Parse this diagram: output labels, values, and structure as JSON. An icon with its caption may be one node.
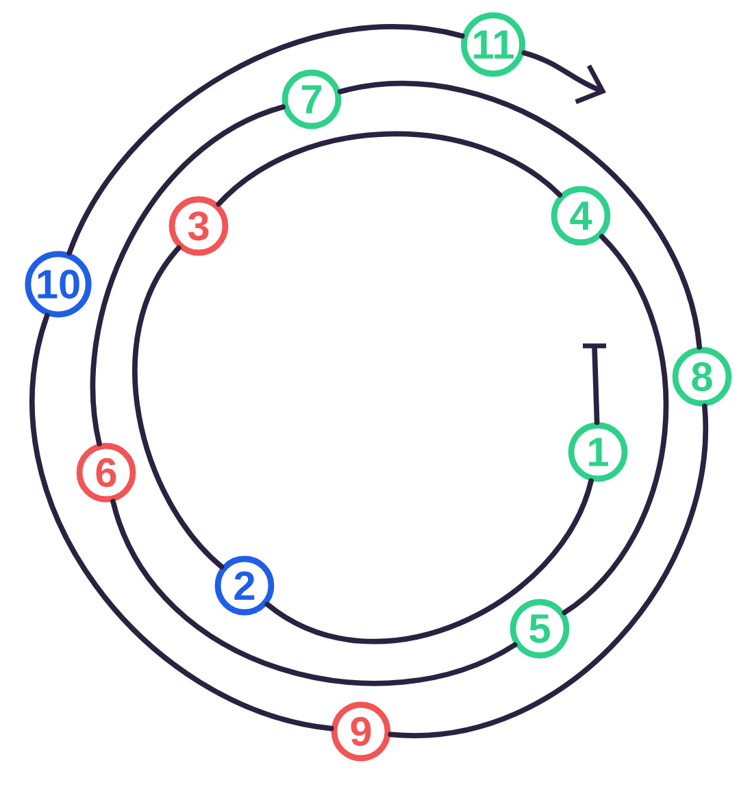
{
  "diagram": {
    "nodes": [
      {
        "text": [
          "1"
        ]
      },
      {
        "text": [
          "2"
        ]
      },
      {
        "text": [
          "3"
        ]
      },
      {
        "text": [
          "4"
        ]
      },
      {
        "text": [
          "5"
        ]
      },
      {
        "text": [
          "6"
        ]
      },
      {
        "text": [
          "7"
        ]
      },
      {
        "text": [
          "8"
        ]
      },
      {
        "text": [
          "9"
        ]
      },
      {
        "text": [
          "10"
        ]
      },
      {
        "text": [
          "11"
        ]
      },
      {
        "text": [],
        "shape": "bar"
      }
    ],
    "edges": [
      {
        "from": 11,
        "to": 0,
        "arrow": "none"
      },
      {
        "from": 0,
        "to": 1,
        "arrow": "none"
      },
      {
        "from": 1,
        "to": 2,
        "arrow": "none"
      },
      {
        "from": 2,
        "to": 3,
        "arrow": "none"
      },
      {
        "from": 3,
        "to": 4,
        "arrow": "none"
      },
      {
        "from": 4,
        "to": 5,
        "arrow": "none"
      },
      {
        "from": 5,
        "to": 6,
        "arrow": "none"
      },
      {
        "from": 6,
        "to": 7,
        "arrow": "none"
      },
      {
        "from": 7,
        "to": 8,
        "arrow": "none"
      },
      {
        "from": 8,
        "to": 9,
        "arrow": "none"
      },
      {
        "from": 9,
        "to": 10,
        "arrow": "none"
      },
      {
        "from": 10,
        "to": null,
        "arrow": "to"
      }
    ]
  }
}
